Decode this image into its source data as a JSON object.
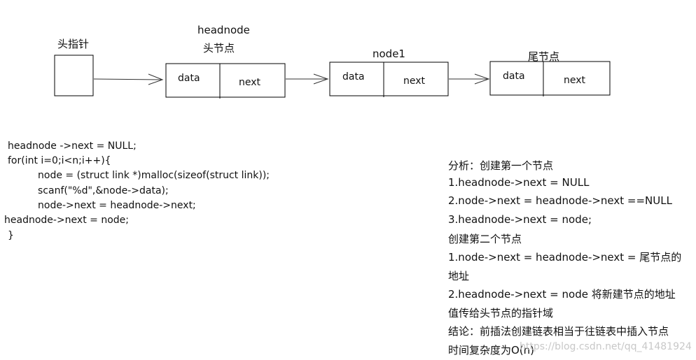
{
  "diagram": {
    "head_pointer_label": "头指针",
    "headnode_label": "headnode",
    "headnode_sublabel": "头节点",
    "node1_label": "node1",
    "tail_label": "尾节点",
    "cell_data": "data",
    "cell_next": "next"
  },
  "code_lines": [
    "headnode ->next = NULL;",
    "for(int i=0;i<n;i++){",
    "node = (struct link *)malloc(sizeof(struct link));",
    "scanf(\"%d\",&node->data);",
    "node->next = headnode->next;",
    "headnode->next = node;",
    "}"
  ],
  "analysis_lines": [
    "分析：创建第一个节点",
    "1.headnode->next = NULL",
    "2.node->next = headnode->next ==NULL",
    "3.headnode->next = node;",
    "创建第二个节点",
    "1.node->next = headnode->next = 尾节点的",
    "地址",
    "2.headnode->next = node  将新建节点的地址",
    "值传给头节点的指针域",
    "结论：前插法创建链表相当于往链表中插入节点",
    "时间复杂度为O(n)"
  ],
  "watermark": "https://blog.csdn.net/qq_41481924"
}
